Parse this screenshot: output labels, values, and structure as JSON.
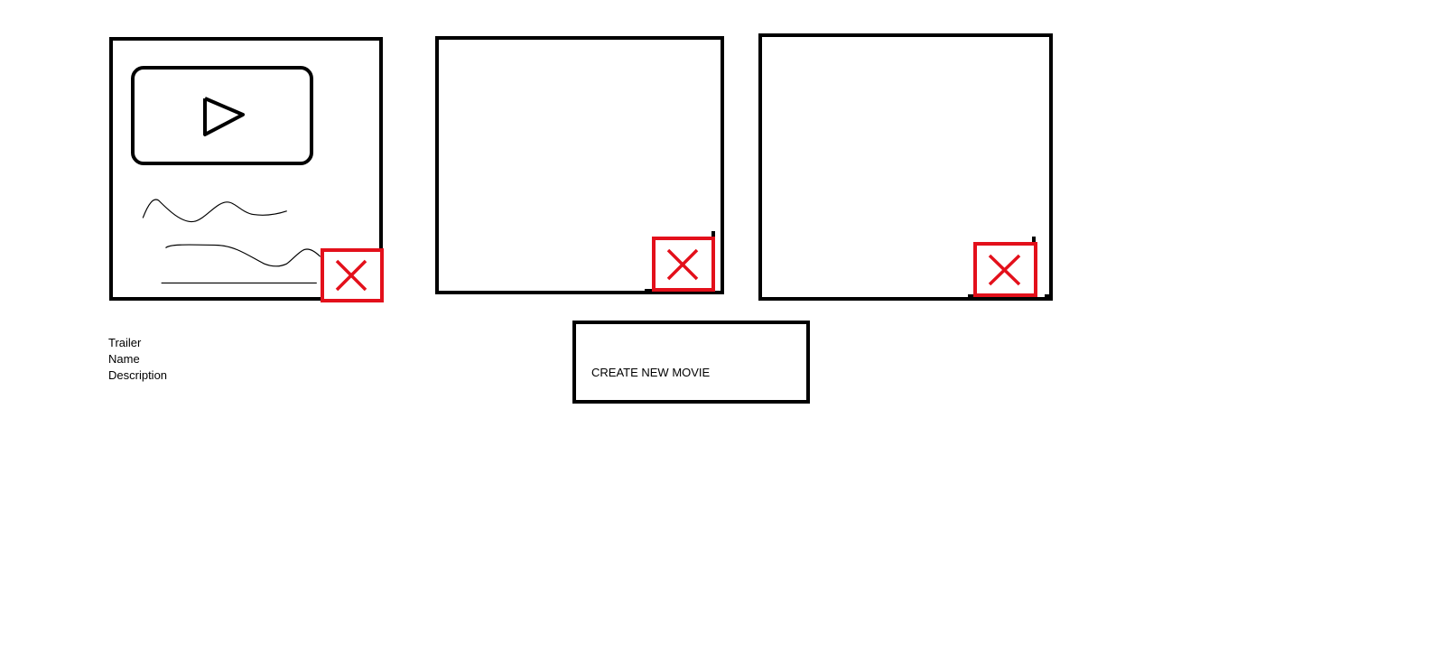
{
  "movie_card": {
    "fields": {
      "trailer": "Trailer",
      "name": "Name",
      "description": "Description"
    }
  },
  "actions": {
    "create_label": "CREATE NEW MOVIE"
  },
  "icons": {
    "play": "play-icon",
    "delete": "close-icon"
  },
  "colors": {
    "border": "#000000",
    "delete_accent": "#e3101b",
    "background": "#ffffff"
  }
}
